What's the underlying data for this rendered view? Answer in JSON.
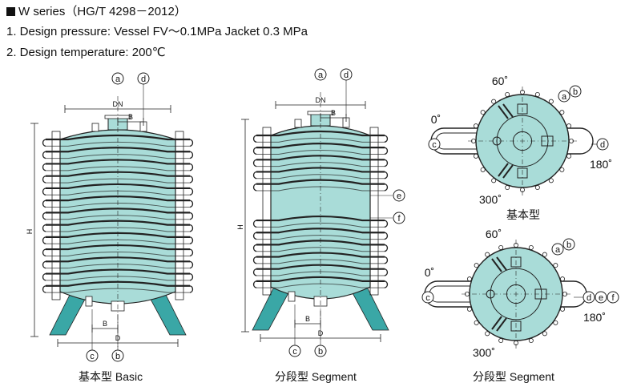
{
  "specs": {
    "title": "W series（HG/T 4298－2012）",
    "pressure": "1. Design pressure: Vessel FV～0.1MPa  Jacket 0.3 MPa",
    "temperature": "2. Design temperature: 200℃"
  },
  "dims": {
    "dn": "DN",
    "b": "B",
    "d": "D",
    "h": "H"
  },
  "callouts": {
    "a": "a",
    "b": "b",
    "c": "c",
    "d": "d",
    "e": "e",
    "f": "f"
  },
  "angles": {
    "a0": "0˚",
    "a60": "60˚",
    "a180": "180˚",
    "a300": "300˚"
  },
  "captions": {
    "basic": "基本型 Basic",
    "segment": "分段型 Segment",
    "top_basic": "基本型",
    "top_segment": "分段型  Segment"
  },
  "colors": {
    "vessel": "#a9dcd8",
    "leg": "#3aa7a6",
    "line": "#222222"
  }
}
